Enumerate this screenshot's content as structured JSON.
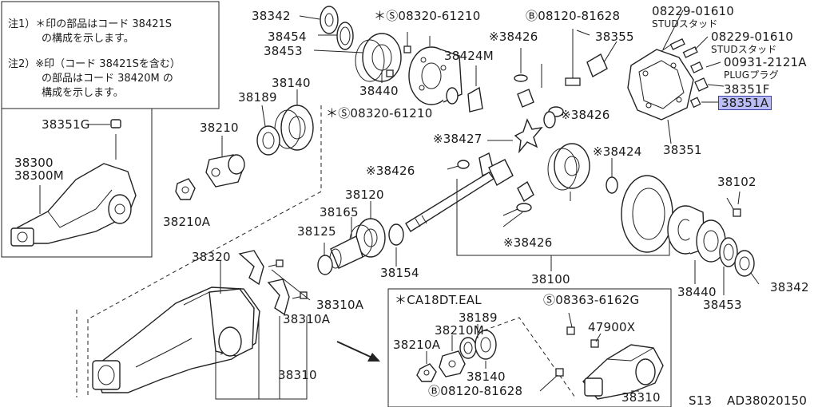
{
  "notes": {
    "note1_line1": "注1）＊印の部品はコード 38421S",
    "note1_line2": "の構成を示します。",
    "note2_line1": "注2）※印（コード 38421Sを含む）",
    "note2_line2": "の部品はコード 38420M の",
    "note2_line3": "構成を示します。"
  },
  "labels": {
    "p38342_top": "38342",
    "p38454": "38454",
    "p38453_top": "38453",
    "p38440_top": "38440",
    "p08320_61210_top": "＊Ⓢ08320-61210",
    "p08120_81628_top": "Ⓑ08120-81628",
    "p08229_a": "08229-01610",
    "stud_a": "STUDスタッド",
    "p08229_b": "08229-01610",
    "stud_b": "STUDスタッド",
    "p00931": "00931-2121A",
    "plug": "PLUGプラグ",
    "p38351F": "38351F",
    "p38351A": "38351A",
    "p38351": "38351",
    "p38426_a": "※38426",
    "p38424M": "38424M",
    "p38355": "38355",
    "p38140": "38140",
    "p38189": "38189",
    "p08320_61210_mid": "＊Ⓢ08320-61210",
    "p38426_b": "※38426",
    "p38427": "※38427",
    "p38424": "※38424",
    "p38426_c": "※38426",
    "p38426_d": "※38426",
    "p38351G": "38351G",
    "p38300": "38300",
    "p38300M": "38300M",
    "p38210": "38210",
    "p38210A": "38210A",
    "p38120": "38120",
    "p38165": "38165",
    "p38125": "38125",
    "p38154": "38154",
    "p38100": "38100",
    "p38102": "38102",
    "p38440_r": "38440",
    "p38453_r": "38453",
    "p38342_r": "38342",
    "p38320": "38320",
    "p38310A_a": "38310A",
    "p38310A_b": "38310A",
    "p38310": "38310",
    "inset_title": "＊CA18DT.EAL",
    "p08363": "Ⓢ08363-6162G",
    "p38189_in": "38189",
    "p38210M": "38210M",
    "p38210A_in": "38210A",
    "p38140_in": "38140",
    "p47900X": "47900X",
    "p08120_81628_in": "Ⓑ08120-81628",
    "p38310_in": "38310",
    "footer_model": "S13",
    "footer_code": "AD38020150"
  },
  "colors": {
    "line": "#222222",
    "highlight": "#b9bdf4"
  }
}
